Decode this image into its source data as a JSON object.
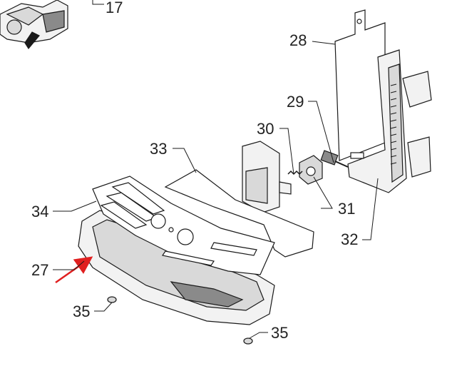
{
  "labels": {
    "l17": "17",
    "l28": "28",
    "l29": "29",
    "l30": "30",
    "l31": "31",
    "l32": "32",
    "l33": "33",
    "l34": "34",
    "l27": "27",
    "l35a": "35",
    "l35b": "35"
  },
  "colors": {
    "line": "#1a1a1a",
    "fill_light": "#f2f2f2",
    "fill_mid": "#d9d9d9",
    "fill_dark": "#8a8a8a",
    "arrow": "#e02020"
  }
}
